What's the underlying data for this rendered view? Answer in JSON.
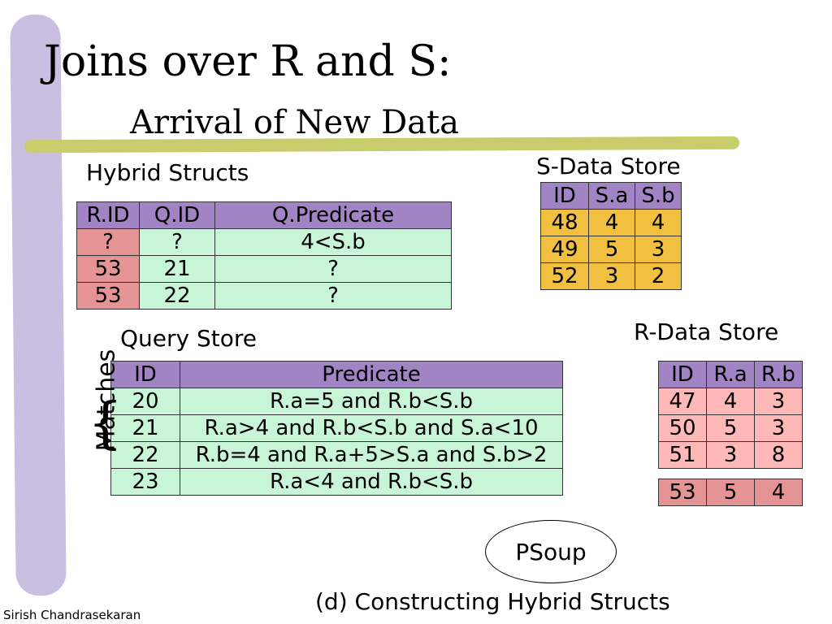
{
  "slide": {
    "title": "Joins over R and S:",
    "subtitle": "Arrival of New Data",
    "caption": "(d) Constructing Hybrid Structs",
    "author": "Sirish Chandrasekaran",
    "matches_label": "Matches",
    "brace": "{",
    "psoup_label": "PSoup"
  },
  "hybrid_structs": {
    "label": "Hybrid Structs",
    "headers": [
      "R.ID",
      "Q.ID",
      "Q.Predicate"
    ],
    "rows": [
      [
        "?",
        "?",
        "4<S.b"
      ],
      [
        "53",
        "21",
        "?"
      ],
      [
        "53",
        "22",
        "?"
      ]
    ]
  },
  "s_data_store": {
    "label": "S-Data Store",
    "headers": [
      "ID",
      "S.a",
      "S.b"
    ],
    "rows": [
      [
        "48",
        "4",
        "4"
      ],
      [
        "49",
        "5",
        "3"
      ],
      [
        "52",
        "3",
        "2"
      ]
    ]
  },
  "query_store": {
    "label": "Query Store",
    "headers": [
      "ID",
      "Predicate"
    ],
    "rows": [
      [
        "20",
        "R.a=5 and R.b<S.b"
      ],
      [
        "21",
        "R.a>4 and R.b<S.b and S.a<10"
      ],
      [
        "22",
        "R.b=4 and R.a+5>S.a and S.b>2"
      ],
      [
        "23",
        "R.a<4 and R.b<S.b"
      ]
    ]
  },
  "r_data_store": {
    "label": "R-Data Store",
    "headers": [
      "ID",
      "R.a",
      "R.b"
    ],
    "rows": [
      [
        "47",
        "4",
        "3"
      ],
      [
        "50",
        "5",
        "3"
      ],
      [
        "51",
        "3",
        "8"
      ]
    ],
    "new_row": [
      "53",
      "5",
      "4"
    ]
  },
  "colors": {
    "left_bar": "#c9bfe0",
    "title_rule": "#c8cc6a",
    "header_fill": "#a084c4",
    "mint_fill": "#c8f5d8",
    "pink_fill": "#e49494",
    "light_pink_fill": "#ffb8b8",
    "amber_fill": "#f2c040"
  }
}
